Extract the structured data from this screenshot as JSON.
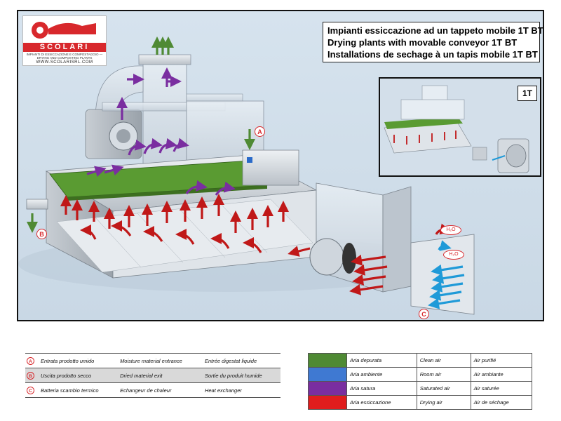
{
  "logo": {
    "brand": "SCOLARI",
    "tagline": "IMPIANTI DI ESSICCAZIONE E COMPOSTAGGIO — DRYING AND COMPOSTING PLANTS",
    "website": "WWW.SCOLARISRL.COM"
  },
  "title": {
    "line_it": "Impianti essiccazione ad un tappeto mobile 1T BT",
    "line_en": "Drying plants with movable conveyor 1T BT",
    "line_fr": "Installations de sechage à un tapis mobile 1T BT"
  },
  "inset": {
    "badge": "1T"
  },
  "callouts": {
    "a": "A",
    "b": "B",
    "c": "C"
  },
  "h2o_labels": [
    "H₂O",
    "H₂O"
  ],
  "legend_points": [
    {
      "key": "A",
      "it": "Entrata prodotto umido",
      "en": "Moisture material entrance",
      "fr": "Entrée digestat liquide"
    },
    {
      "key": "B",
      "it": "Uscita prodotto secco",
      "en": "Dried material exit",
      "fr": "Sortie du produit humide"
    },
    {
      "key": "C",
      "it": "Batteria scambio termico",
      "en": "Echangeur de chaleur",
      "fr": "Heat exchanger"
    }
  ],
  "legend_air": [
    {
      "color": "#4f8a34",
      "it": "Aria depurata",
      "en": "Clean air",
      "fr": "Air purifié"
    },
    {
      "color": "#3f79d2",
      "it": "Aria ambiente",
      "en": "Room air",
      "fr": "Air ambiante"
    },
    {
      "color": "#7a2ea0",
      "it": "Aria satura",
      "en": "Saturated air",
      "fr": "Air saturée"
    },
    {
      "color": "#e01d1d",
      "it": "Aria essiccazione",
      "en": "Drying air",
      "fr": "Air de séchage"
    }
  ],
  "colors": {
    "clean_air": "#4f8a34",
    "room_air": "#3f79d2",
    "saturated_air": "#7a2ea0",
    "drying_air": "#c01818",
    "brand_red": "#d8282c",
    "conveyor_green": "#5a9b32"
  }
}
